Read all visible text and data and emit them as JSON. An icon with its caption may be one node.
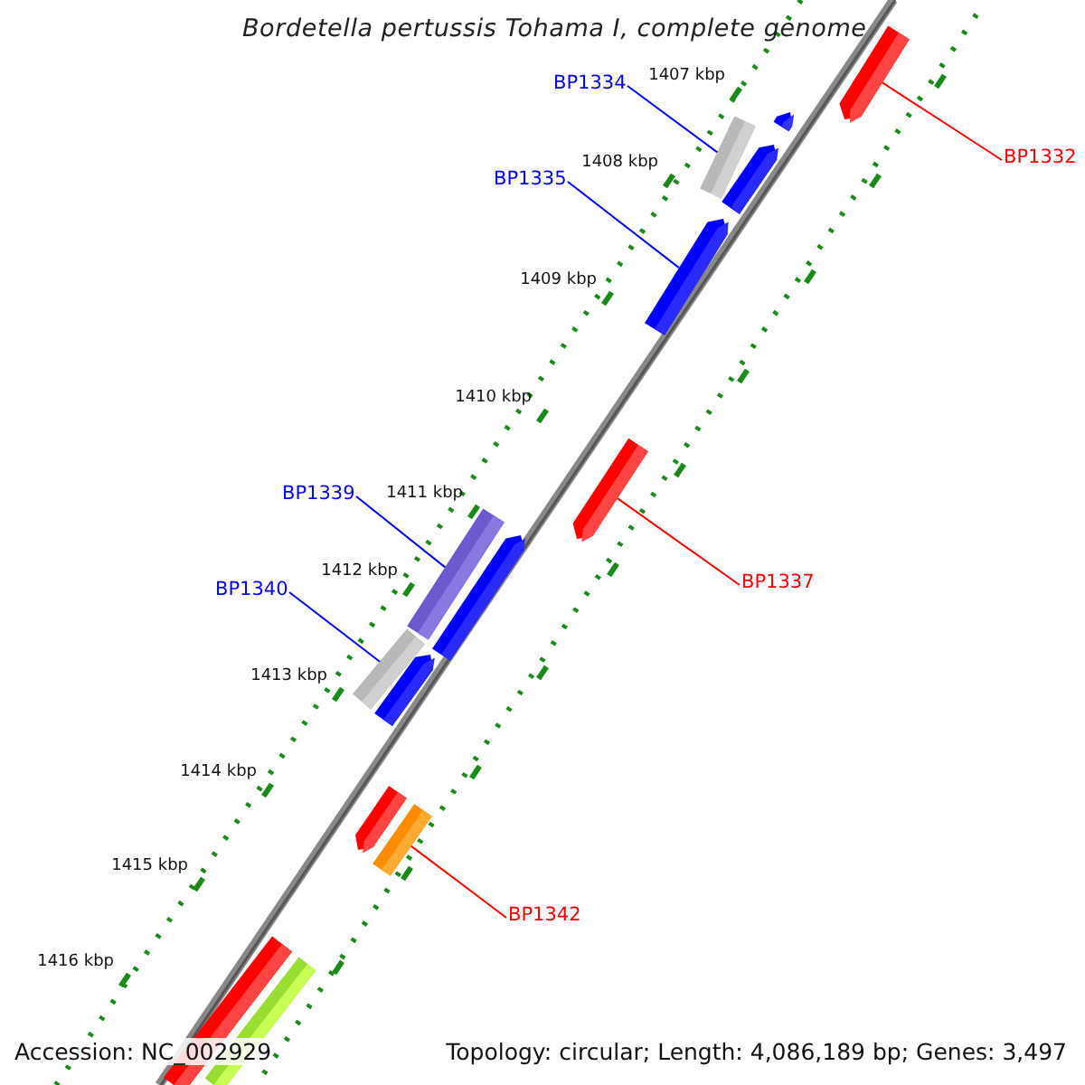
{
  "diagram": {
    "title": "Bordetella pertussis Tohama I, complete genome",
    "nodes": [
      {
        "text": [
          "BP1334"
        ]
      },
      {
        "text": [
          "BP1332"
        ]
      },
      {
        "text": [
          "BP1335"
        ]
      },
      {
        "text": [
          "BP1339"
        ]
      },
      {
        "text": [
          "BP1337"
        ]
      },
      {
        "text": [
          "BP1340"
        ]
      },
      {
        "text": [
          "BP1342"
        ]
      },
      {
        "text": [],
        "shape": "bar"
      },
      {
        "text": [],
        "shape": "bar"
      },
      {
        "text": [],
        "shape": "bar"
      },
      {
        "text": [],
        "shape": "bar"
      },
      {
        "text": [],
        "shape": "bar"
      },
      {
        "text": [],
        "shape": "bar"
      },
      {
        "text": [],
        "shape": "bar"
      },
      {
        "text": [],
        "shape": "bar"
      },
      {
        "text": [],
        "shape": "bar"
      },
      {
        "text": [],
        "shape": "bar"
      },
      {
        "text": [],
        "shape": "bar"
      },
      {
        "text": [],
        "shape": "bar"
      },
      {
        "text": [],
        "shape": "bar"
      },
      {
        "text": [],
        "shape": "bar"
      }
    ],
    "edges": [
      {
        "from": 0,
        "to": 9,
        "arrow": "none"
      },
      {
        "from": 1,
        "to": 7,
        "arrow": "none",
        "color": "#ff0000"
      },
      {
        "from": 2,
        "to": 11,
        "arrow": "none"
      },
      {
        "from": 3,
        "to": 13,
        "arrow": "none"
      },
      {
        "from": 4,
        "to": 12,
        "arrow": "none",
        "color": "#ff0000"
      },
      {
        "from": 5,
        "to": 15,
        "arrow": "none"
      },
      {
        "from": 6,
        "to": 18,
        "arrow": "none",
        "color": "#ff0000"
      }
    ],
    "labels": [
      "1407 kbp",
      "1408 kbp",
      "1409 kbp",
      "1410 kbp",
      "1411 kbp",
      "1412 kbp",
      "1413 kbp",
      "1414 kbp",
      "1415 kbp",
      "1416 kbp",
      "Accession: NC_002929",
      "Topology: circular; Length: 4,086,189 bp; Genes: 3,497"
    ]
  }
}
